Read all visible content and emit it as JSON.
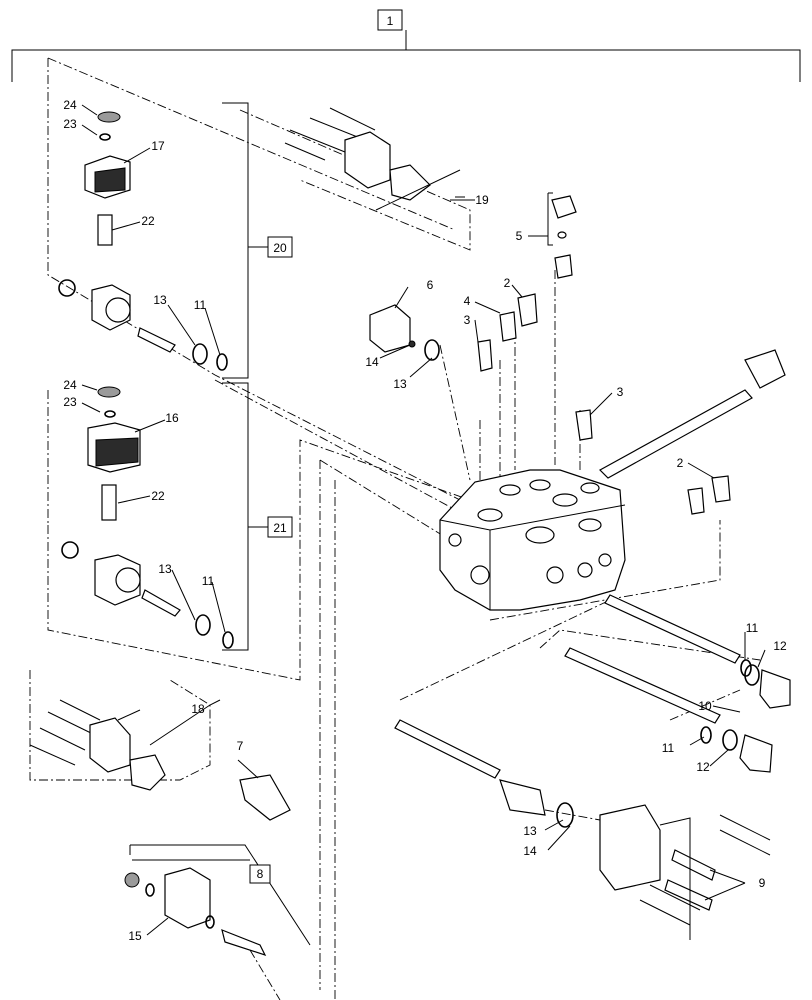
{
  "callouts": {
    "c1": "1",
    "c2a": "2",
    "c2b": "2",
    "c3a": "3",
    "c3b": "3",
    "c4": "4",
    "c5": "5",
    "c6": "6",
    "c7": "7",
    "c8": "8",
    "c9": "9",
    "c10": "10",
    "c11a": "11",
    "c11b": "11",
    "c11c": "11",
    "c11d": "11",
    "c12a": "12",
    "c12b": "12",
    "c13a": "13",
    "c13b": "13",
    "c13c": "13",
    "c13d": "13",
    "c14a": "14",
    "c14b": "14",
    "c15": "15",
    "c16": "16",
    "c17": "17",
    "c18": "18",
    "c19": "19",
    "c20": "20",
    "c21": "21",
    "c22a": "22",
    "c22b": "22",
    "c23a": "23",
    "c23b": "23",
    "c24a": "24",
    "c24b": "24"
  }
}
